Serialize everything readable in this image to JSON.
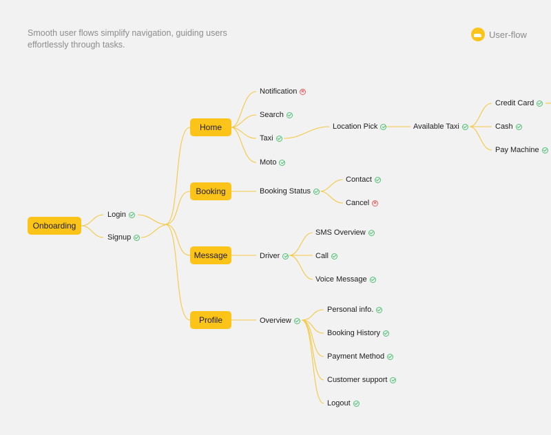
{
  "header": {
    "tagline": "Smooth user flows simplify navigation, guiding users effortlessly through tasks.",
    "brand_label": "User-flow",
    "brand_icon": "taxi-logo-icon"
  },
  "colors": {
    "pill": "#fcc419",
    "line": "#f5c842",
    "ok": "#49c26f",
    "error": "#e95b5b"
  },
  "flow": {
    "root": "Onboarding",
    "auth": [
      {
        "label": "Login",
        "status": "ok"
      },
      {
        "label": "Signup",
        "status": "ok"
      }
    ],
    "sections": {
      "home": {
        "label": "Home",
        "items": [
          {
            "label": "Notification",
            "status": "error"
          },
          {
            "label": "Search",
            "status": "ok"
          },
          {
            "label": "Taxi",
            "status": "ok"
          },
          {
            "label": "Moto",
            "status": "ok"
          }
        ],
        "location_pick": {
          "label": "Location Pick",
          "status": "ok"
        },
        "available_taxi": {
          "label": "Available Taxi",
          "status": "ok"
        },
        "payment_options": [
          {
            "label": "Credit Card",
            "status": "ok"
          },
          {
            "label": "Cash",
            "status": "ok"
          },
          {
            "label": "Pay Machine",
            "status": "ok"
          }
        ]
      },
      "booking": {
        "label": "Booking",
        "status_node": {
          "label": "Booking Status",
          "status": "ok"
        },
        "items": [
          {
            "label": "Contact",
            "status": "ok"
          },
          {
            "label": "Cancel",
            "status": "error"
          }
        ]
      },
      "message": {
        "label": "Message",
        "driver": {
          "label": "Driver",
          "status": "ok"
        },
        "items": [
          {
            "label": "SMS Overview",
            "status": "ok"
          },
          {
            "label": "Call",
            "status": "ok"
          },
          {
            "label": "Voice Message",
            "status": "ok"
          }
        ]
      },
      "profile": {
        "label": "Profile",
        "overview": {
          "label": "Overview",
          "status": "ok"
        },
        "items": [
          {
            "label": "Personal info.",
            "status": "ok"
          },
          {
            "label": "Booking History",
            "status": "ok"
          },
          {
            "label": "Payment Method",
            "status": "ok"
          },
          {
            "label": "Customer support",
            "status": "ok"
          },
          {
            "label": "Logout",
            "status": "ok"
          }
        ]
      }
    }
  }
}
